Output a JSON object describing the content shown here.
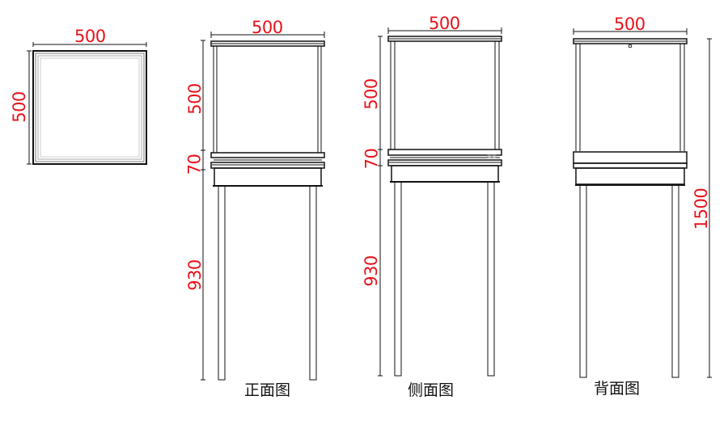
{
  "colors": {
    "line": "#111111",
    "dimension_text": "#e8121a",
    "background": "#ffffff"
  },
  "units": "mm",
  "views": {
    "top": {
      "label": "",
      "width_dim": "500",
      "depth_dim": "500"
    },
    "front": {
      "label": "正面图",
      "width_dim": "500",
      "glass_height_dim": "500",
      "cabinet_height_dim": "70",
      "leg_height_dim": "930"
    },
    "side": {
      "label": "侧面图",
      "width_dim": "500",
      "glass_height_dim": "500",
      "cabinet_height_dim": "70",
      "leg_height_dim": "930"
    },
    "back": {
      "label": "背面图",
      "width_dim": "500",
      "total_height_dim": "1500"
    }
  }
}
